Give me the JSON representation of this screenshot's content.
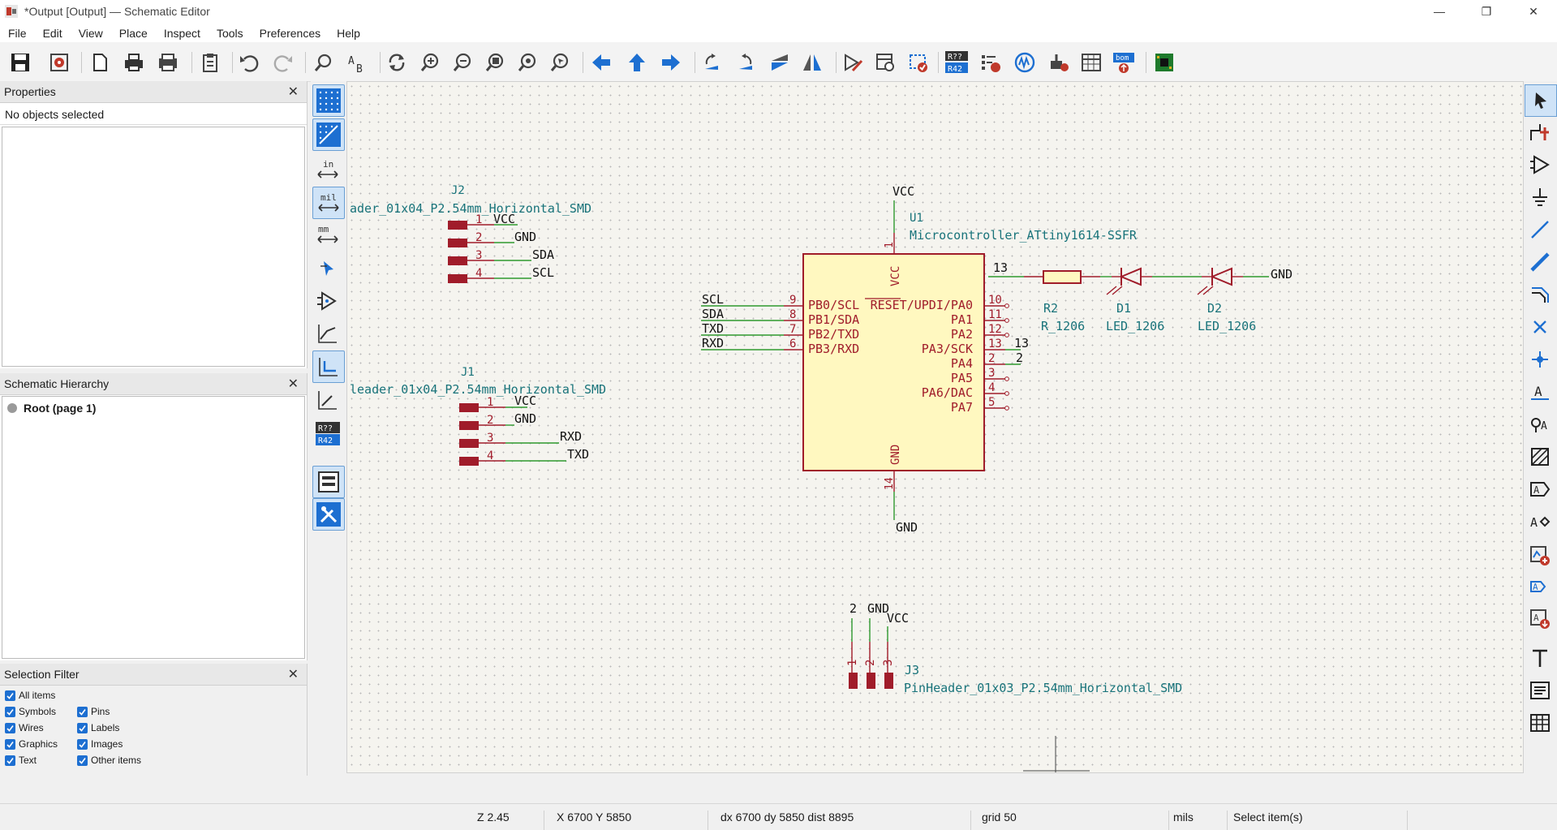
{
  "window": {
    "title": "*Output [Output] — Schematic Editor",
    "minimize": "—",
    "restore": "❐",
    "close": "✕"
  },
  "menu": [
    "File",
    "Edit",
    "View",
    "Place",
    "Inspect",
    "Tools",
    "Preferences",
    "Help"
  ],
  "toolbar_icons": [
    "save-icon",
    "schematic-setup-icon",
    "page-settings-icon",
    "print-icon",
    "plot-icon",
    "paste-icon",
    "undo-icon",
    "redo-icon",
    "find-icon",
    "find-replace-icon",
    "refresh-icon",
    "zoom-in-icon",
    "zoom-out-icon",
    "zoom-fit-icon",
    "zoom-objects-icon",
    "zoom-selection-icon",
    "navigate-back-icon",
    "navigate-up-icon",
    "navigate-forward-icon",
    "rotate-ccw-icon",
    "rotate-cw-icon",
    "mirror-vertical-icon",
    "mirror-horizontal-icon",
    "symbol-editor-icon",
    "symbol-browser-icon",
    "footprint-assign-icon",
    "annotate-icon",
    "erc-icon",
    "simulator-icon",
    "bus-definitions-icon",
    "symbol-fields-table-icon",
    "bom-icon",
    "pcb-editor-icon"
  ],
  "properties": {
    "title": "Properties",
    "close": "✕",
    "message": "No objects selected"
  },
  "hierarchy": {
    "title": "Schematic Hierarchy",
    "close": "✕",
    "root": "Root (page 1)"
  },
  "selection_filter": {
    "title": "Selection Filter",
    "close": "✕",
    "items": [
      "All items",
      "Symbols",
      "Pins",
      "Wires",
      "Labels",
      "Graphics",
      "Images",
      "Text",
      "Other items"
    ]
  },
  "left_tools": {
    "unit_in": "in",
    "unit_mil": "mil",
    "unit_mm": "mm",
    "annotate": "R??\nR42"
  },
  "schematic": {
    "J2": {
      "ref": "J2",
      "value": "ader_01x04_P2.54mm_Horizontal_SMD",
      "pins": [
        "1",
        "2",
        "3",
        "4"
      ],
      "nets": [
        "VCC",
        "GND",
        "SDA",
        "SCL"
      ]
    },
    "J1": {
      "ref": "J1",
      "value": "leader_01x04_P2.54mm_Horizontal_SMD",
      "pins": [
        "1",
        "2",
        "3",
        "4"
      ],
      "nets": [
        "VCC",
        "GND",
        "RXD",
        "TXD"
      ]
    },
    "U1": {
      "ref": "U1",
      "value": "Microcontroller_ATtiny1614-SSFR",
      "top_net": "VCC",
      "top_pin": "1",
      "vcc_label": "VCC",
      "bottom_net": "GND",
      "bottom_pin": "14",
      "gnd_label": "GND",
      "left_pins": [
        {
          "net": "SCL",
          "num": "9",
          "name": "PB0/SCL"
        },
        {
          "net": "SDA",
          "num": "8",
          "name": "PB1/SDA"
        },
        {
          "net": "TXD",
          "num": "7",
          "name": "PB2/TXD"
        },
        {
          "net": "RXD",
          "num": "6",
          "name": "PB3/RXD"
        }
      ],
      "right_pins": [
        {
          "num": "10",
          "name": "RESET/UPDI/PA0",
          "net": ""
        },
        {
          "num": "11",
          "name": "PA1",
          "net": ""
        },
        {
          "num": "12",
          "name": "PA2",
          "net": ""
        },
        {
          "num": "13",
          "name": "PA3/SCK",
          "net": "13"
        },
        {
          "num": "2",
          "name": "PA4",
          "net": "2"
        },
        {
          "num": "3",
          "name": "PA5",
          "net": ""
        },
        {
          "num": "4",
          "name": "PA6/DAC",
          "net": ""
        },
        {
          "num": "5",
          "name": "PA7",
          "net": ""
        }
      ]
    },
    "R2": {
      "ref": "R2",
      "value": "R_1206",
      "net": "13"
    },
    "D1": {
      "ref": "D1",
      "value": "LED_1206"
    },
    "D2": {
      "ref": "D2",
      "value": "LED_1206",
      "net": "GND"
    },
    "J3": {
      "ref": "J3",
      "value": "PinHeader_01x03_P2.54mm_Horizontal_SMD",
      "pins": [
        "1",
        "2",
        "3"
      ],
      "nets": [
        "2",
        "GND",
        "VCC"
      ]
    }
  },
  "status": {
    "zoom": "Z 2.45",
    "cursor": "X 6700  Y 5850",
    "delta": "dx 6700  dy 5850  dist 8895",
    "grid": "grid 50",
    "units": "mils",
    "message": "Select item(s)"
  },
  "colors": {
    "wire": "#2e9a2e",
    "pin": "#a01c2a",
    "body": "#fff8c0",
    "net_text": "#111111",
    "ref_text": "#18737a",
    "accent": "#1d6fd1"
  }
}
